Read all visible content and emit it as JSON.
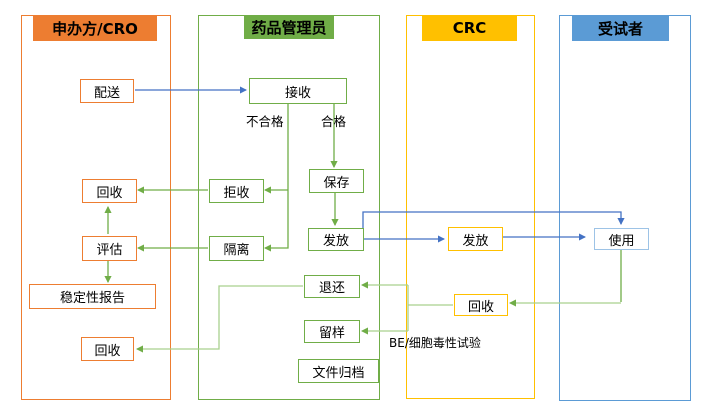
{
  "diagram": {
    "lanes": {
      "sponsor": {
        "title": "申办方/CRO",
        "color": "#ED7D31"
      },
      "pharmacist": {
        "title": "药品管理员",
        "color": "#70AD47"
      },
      "crc": {
        "title": "CRC",
        "color": "#FFC000"
      },
      "subject": {
        "title": "受试者",
        "color": "#5B9BD5"
      }
    },
    "nodes": {
      "delivery": {
        "label": "配送",
        "lane": "sponsor"
      },
      "receive": {
        "label": "接收",
        "lane": "pharmacist"
      },
      "recycle_top": {
        "label": "回收",
        "lane": "sponsor"
      },
      "reject": {
        "label": "拒收",
        "lane": "pharmacist"
      },
      "store": {
        "label": "保存",
        "lane": "pharmacist"
      },
      "evaluate": {
        "label": "评估",
        "lane": "sponsor"
      },
      "quarantine": {
        "label": "隔离",
        "lane": "pharmacist"
      },
      "dispense_pharmacy": {
        "label": "发放",
        "lane": "pharmacist"
      },
      "stability_report": {
        "label": "稳定性报告",
        "lane": "sponsor"
      },
      "dispense_crc": {
        "label": "发放",
        "lane": "crc"
      },
      "use": {
        "label": "使用",
        "lane": "subject"
      },
      "return_drug": {
        "label": "退还",
        "lane": "pharmacist"
      },
      "retain_sample": {
        "label": "留样",
        "lane": "pharmacist"
      },
      "recycle_crc": {
        "label": "回收",
        "lane": "crc"
      },
      "recycle_bottom": {
        "label": "回收",
        "lane": "sponsor"
      },
      "file_archive": {
        "label": "文件归档",
        "lane": "pharmacist"
      }
    },
    "edge_labels": {
      "unqualified": "不合格",
      "qualified": "合格",
      "be_test": "BE/细胞毒性试验"
    },
    "colors": {
      "sponsor_orange": "#ED7D31",
      "pharmacist_green": "#70AD47",
      "crc_gold": "#FFC000",
      "subject_blue": "#5B9BD5",
      "use_box_border": "#9DC3E6",
      "connector_blue": "#4472C4",
      "connector_green": "#70AD47",
      "connector_light_green": "#A9D18E"
    }
  }
}
